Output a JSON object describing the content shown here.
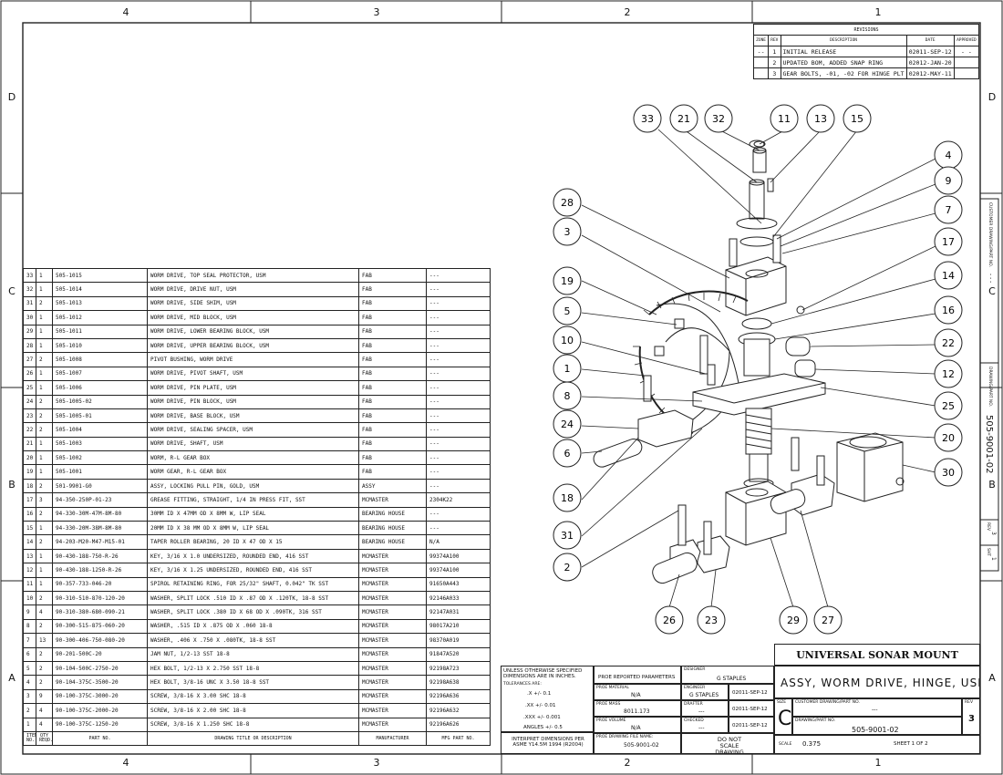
{
  "zones": {
    "columns": [
      "4",
      "3",
      "2",
      "1"
    ],
    "rows": [
      "D",
      "C",
      "B",
      "A"
    ]
  },
  "revisions": {
    "title": "REVISIONS",
    "headers": [
      "ZONE",
      "REV",
      "DESCRIPTION",
      "DATE",
      "APPROVED"
    ],
    "rows": [
      [
        "--",
        "1",
        "INITIAL RELEASE",
        "02011-SEP-12",
        "- -"
      ],
      [
        "",
        "2",
        "UPDATED BOM, ADDED SNAP RING",
        "02012-JAN-20",
        ""
      ],
      [
        "",
        "3",
        "GEAR BOLTS, -01, -02 FOR HINGE PLT",
        "02012-MAY-11",
        ""
      ]
    ]
  },
  "bom": {
    "headers": [
      "ITEM NO.",
      "QTY REQD.",
      "PART NO.",
      "DRAWING TITLE OR DESCRIPTION",
      "MANUFACTURER",
      "MFG PART NO."
    ],
    "rows": [
      [
        "33",
        "1",
        "505-1015",
        "WORM DRIVE, TOP SEAL PROTECTOR, USM",
        "FAB",
        "---"
      ],
      [
        "32",
        "1",
        "505-1014",
        "WORM DRIVE, DRIVE NUT, USM",
        "FAB",
        "---"
      ],
      [
        "31",
        "2",
        "505-1013",
        "WORM DRIVE, SIDE SHIM, USM",
        "FAB",
        "---"
      ],
      [
        "30",
        "1",
        "505-1012",
        "WORM DRIVE, MID BLOCK, USM",
        "FAB",
        "---"
      ],
      [
        "29",
        "1",
        "505-1011",
        "WORM DRIVE, LOWER BEARING BLOCK, USM",
        "FAB",
        "---"
      ],
      [
        "28",
        "1",
        "505-1010",
        "WORM DRIVE, UPPER BEARING BLOCK, USM",
        "FAB",
        "---"
      ],
      [
        "27",
        "2",
        "505-1008",
        "PIVOT BUSHING, WORM DRIVE",
        "FAB",
        "---"
      ],
      [
        "26",
        "1",
        "505-1007",
        "WORM DRIVE, PIVOT SHAFT, USM",
        "FAB",
        "---"
      ],
      [
        "25",
        "1",
        "505-1006",
        "WORM DRIVE, PIN PLATE, USM",
        "FAB",
        "---"
      ],
      [
        "24",
        "2",
        "505-1005-02",
        "WORM DRIVE, PIN BLOCK, USM",
        "FAB",
        "---"
      ],
      [
        "23",
        "2",
        "505-1005-01",
        "WORM DRIVE, BASE BLOCK, USM",
        "FAB",
        "---"
      ],
      [
        "22",
        "2",
        "505-1004",
        "WORM DRIVE, SEALING SPACER, USM",
        "FAB",
        "---"
      ],
      [
        "21",
        "1",
        "505-1003",
        "WORM DRIVE, SHAFT, USM",
        "FAB",
        "---"
      ],
      [
        "20",
        "1",
        "505-1002",
        "WORM, R-L GEAR BOX",
        "FAB",
        "---"
      ],
      [
        "19",
        "1",
        "505-1001",
        "WORM GEAR, R-L GEAR BOX",
        "FAB",
        "---"
      ],
      [
        "18",
        "2",
        "501-9901-G0",
        "ASSY, LOCKING PULL PIN, GOLD, USM",
        "ASSY",
        "---"
      ],
      [
        "17",
        "3",
        "94-350-250P-01-23",
        "GREASE FITTING, STRAIGHT, 1/4 IN PRESS FIT, SST",
        "MCMASTER",
        "2304K22"
      ],
      [
        "16",
        "2",
        "94-330-30M-47M-8M-80",
        "30MM ID X 47MM OD X 8MM W, LIP SEAL",
        "BEARING HOUSE",
        "---"
      ],
      [
        "15",
        "1",
        "94-330-20M-38M-8M-80",
        "20MM ID X 38 MM OD X 8MM W, LIP SEAL",
        "BEARING HOUSE",
        "---"
      ],
      [
        "14",
        "2",
        "94-203-M20-M47-M15-01",
        "TAPER ROLLER BEARING, 20 ID X 47 OD X 15",
        "BEARING HOUSE",
        "N/A"
      ],
      [
        "13",
        "1",
        "90-430-188-750-R-26",
        "KEY, 3/16 X 1.0 UNDERSIZED, ROUNDED END, 416 SST",
        "MCMASTER",
        "99374A100"
      ],
      [
        "12",
        "1",
        "90-430-188-1250-R-26",
        "KEY, 3/16 X 1.25 UNDERSIZED, ROUNDED END, 416 SST",
        "MCMASTER",
        "99374A100"
      ],
      [
        "11",
        "1",
        "90-357-733-046-20",
        "SPIROL RETAINING RING, FOR 25/32\" SHAFT, 0.042\" TK SST",
        "MCMASTER",
        "91650A443"
      ],
      [
        "10",
        "2",
        "90-310-510-870-120-20",
        "WASHER, SPLIT LOCK .510 ID X .87 OD X .120TK, 18-8 SST",
        "MCMASTER",
        "92146A033"
      ],
      [
        "9",
        "4",
        "90-310-380-680-090-21",
        "WASHER, SPLIT LOCK .380 ID X 68 OD X .090TK, 316 SST",
        "MCMASTER",
        "92147A031"
      ],
      [
        "8",
        "2",
        "90-300-515-875-060-20",
        "WASHER, .515 ID X .875 OD X .060 18-8",
        "MCMASTER",
        "98017A210"
      ],
      [
        "7",
        "13",
        "90-300-406-750-080-20",
        "WASHER, .406 X .750 X .080TK, 18-8 SST",
        "MCMASTER",
        "98370A019"
      ],
      [
        "6",
        "2",
        "90-201-500C-20",
        "JAM NUT, 1/2-13 SST 18-8",
        "MCMASTER",
        "91847A520"
      ],
      [
        "5",
        "2",
        "90-104-500C-2750-20",
        "HEX BOLT, 1/2-13 X 2.750 SST 18-8",
        "MCMASTER",
        "92198A723"
      ],
      [
        "4",
        "2",
        "90-104-375C-3500-20",
        "HEX BOLT, 3/8-16 UNC X 3.50 18-8 SST",
        "MCMASTER",
        "92198A638"
      ],
      [
        "3",
        "9",
        "90-100-375C-3000-20",
        "SCREW, 3/8-16 X 3.00 SHC 18-8",
        "MCMASTER",
        "92196A636"
      ],
      [
        "2",
        "4",
        "90-100-375C-2000-20",
        "SCREW, 3/8-16 X 2.00 SHC 18-8",
        "MCMASTER",
        "92196A632"
      ],
      [
        "1",
        "4",
        "90-100-375C-1250-20",
        "SCREW, 3/8-16 X 1.250 SHC 18-8",
        "MCMASTER",
        "92196A626"
      ]
    ]
  },
  "balloons": [
    "33",
    "21",
    "32",
    "11",
    "13",
    "15",
    "4",
    "9",
    "7",
    "17",
    "14",
    "16",
    "22",
    "12",
    "25",
    "20",
    "30",
    "28",
    "3",
    "19",
    "5",
    "10",
    "1",
    "8",
    "24",
    "6",
    "18",
    "31",
    "2",
    "26",
    "23",
    "29",
    "27"
  ],
  "side_labels": {
    "customer_drawing": "CUSTOMER DRAWING/PART NO.",
    "customer_dashes": "- - -",
    "drawing_part_no_label": "DRAWING/PART NO.",
    "drawing_part_no": "505-9001-02",
    "rev_label": "REV",
    "rev": "3",
    "sheet_label": "SHT",
    "sheet": "1"
  },
  "title_block": {
    "company": "UNIVERSAL SONAR MOUNT",
    "title": "ASSY, WORM DRIVE, HINGE, USM",
    "tolerance_note": "UNLESS OTHERWISE SPECIFIED DIMENSIONS ARE IN INCHES.",
    "tolerances_label": "TOLERANCES ARE:",
    "tol_x": ".X +/- 0.1",
    "tol_xx": ".XX +/- 0.01",
    "tol_xxx": ".XXX +/- 0.001",
    "tol_angles": "ANGLES +/- 0.5",
    "interpret": "INTERPRET DIMENSIONS PER ASME Y14.5M 1994 (R2004)",
    "proe_params": "PROE REPORTED PARAMETERS",
    "proe_material_label": "PROE MATERIAL",
    "proe_material": "N/A",
    "proe_mass_label": "PROE MASS",
    "proe_mass": "8011.173",
    "proe_volume_label": "PROE VOLUME",
    "proe_volume": "N/A",
    "proe_file_label": "PROE DRAWING FILE NAME:",
    "proe_file": "505-9001-02",
    "designer_label": "DESIGNER",
    "designer": "G STAPLES",
    "engineer_label": "ENGINEER",
    "engineer": "G STAPLES",
    "engineer_date": "02011-SEP-12",
    "drafter_label": "DRAFTER",
    "drafter": "---",
    "drafter_date": "02011-SEP-12",
    "checked_label": "CHECKED",
    "checked": "---",
    "checked_date": "02011-SEP-12",
    "do_not_scale": "DO NOT SCALE DRAWING",
    "size_label": "SIZE",
    "size": "C",
    "cust_label": "CUSTOMER DRAWING/PART NO.",
    "cust": "---",
    "dwg_label": "DRAWING/PART NO.",
    "dwg": "505-9001-02",
    "rev_label": "REV",
    "rev": "3",
    "scale_label": "SCALE",
    "scale": "0.375",
    "sheet_text": "SHEET 1 OF 2"
  }
}
